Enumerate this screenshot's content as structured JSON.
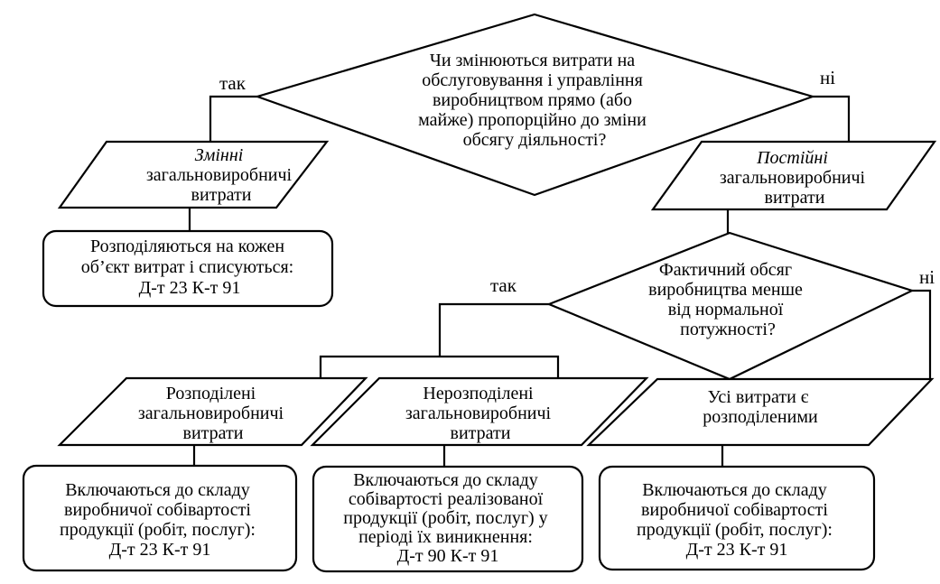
{
  "decision_main": {
    "lines": [
      "Чи змінюються витрати на",
      "обслуговування і управління",
      "виробництвом прямо (або",
      "майже) пропорційно до зміни",
      "обсягу діяльності?"
    ],
    "yes_label": "так",
    "no_label": "ні"
  },
  "variable_costs": {
    "title": "Змінні",
    "lines": [
      "загальновиробничі",
      "витрати"
    ]
  },
  "variable_action": {
    "lines": [
      "Розподіляються на кожен",
      "об’єкт витрат і списуються:",
      "Д-т 23 К-т 91"
    ]
  },
  "fixed_costs": {
    "title": "Постійні",
    "lines": [
      "загальновиробничі",
      "витрати"
    ]
  },
  "decision_volume": {
    "lines": [
      "Фактичний обсяг",
      "виробництва менше",
      "від нормальної",
      "потужності?"
    ],
    "yes_label": "так",
    "no_label": "ні"
  },
  "allocated": {
    "lines": [
      "Розподілені",
      "загальновиробничі",
      "витрати"
    ]
  },
  "unallocated": {
    "lines": [
      "Нерозподілені",
      "загальновиробничі",
      "витрати"
    ]
  },
  "all_allocated": {
    "lines": [
      "Усі витрати є",
      "розподіленими"
    ]
  },
  "allocated_action": {
    "lines": [
      "Включаються до складу",
      "виробничої собівартості",
      "продукції (робіт, послуг):",
      "Д-т 23 К-т 91"
    ]
  },
  "unallocated_action": {
    "lines": [
      "Включаються до складу",
      "собівартості реалізованої",
      "продукції (робіт, послуг) у",
      "періоді їх виникнення:",
      "Д-т 90 К-т 91"
    ]
  },
  "all_allocated_action": {
    "lines": [
      "Включаються до складу",
      "виробничої собівартості",
      "продукції (робіт, послуг):",
      "Д-т 23 К-т 91"
    ]
  }
}
